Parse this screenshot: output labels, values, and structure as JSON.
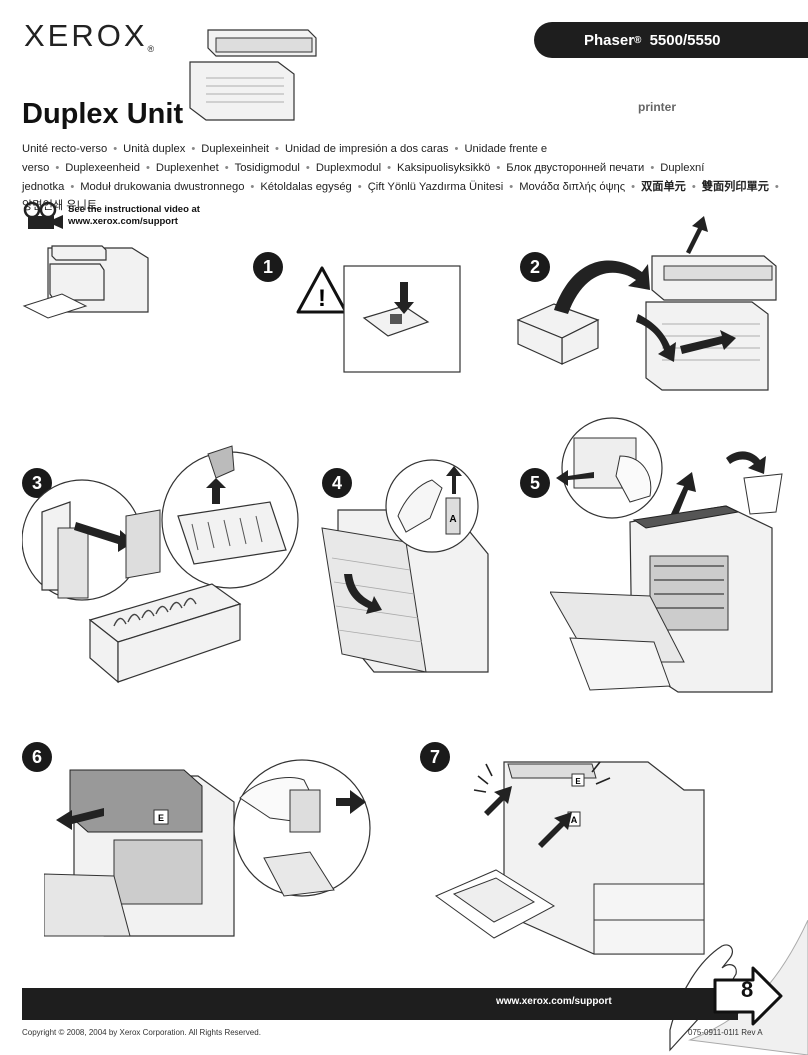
{
  "header": {
    "brand": "XEROX",
    "brand_mark": "®",
    "product_prefix": "Phaser",
    "product_mark": "®",
    "product_models": "5500/5550",
    "title": "Duplex Unit",
    "subtitle": "printer"
  },
  "translations": [
    "Unité recto-verso",
    "Unità duplex",
    "Duplexeinheit",
    "Unidad de impresión a dos caras",
    "Unidade frente e verso",
    "Duplexeenheid",
    "Duplexenhet",
    "Tosidigmodul",
    "Duplexmodul",
    "Kaksipuolisyksikkö",
    "Блок двусторонней печати",
    "Duplexní jednotka",
    "Moduł drukowania dwustronnego",
    "Kétoldalas egység",
    "Çift Yönlü Yazdırma Ünitesi",
    "Μονάδα διπλής όψης",
    "双面单元",
    "雙面列印單元",
    "양면인쇄 유니트"
  ],
  "video": {
    "line1": "See the instructional video at",
    "line2": "www.xerox.com/support"
  },
  "steps": [
    "1",
    "2",
    "3",
    "4",
    "5",
    "6",
    "7"
  ],
  "next_step": "8",
  "labels": {
    "e": "E",
    "a": "A"
  },
  "footer": {
    "url": "www.xerox.com/support",
    "copyright": "Copyright © 2008, 2004 by Xerox Corporation.  All Rights Reserved.",
    "part_number": "075-0911-01l1 Rev A"
  },
  "colors": {
    "bar": "#1e1e1e",
    "text": "#111111",
    "muted": "#888888"
  }
}
